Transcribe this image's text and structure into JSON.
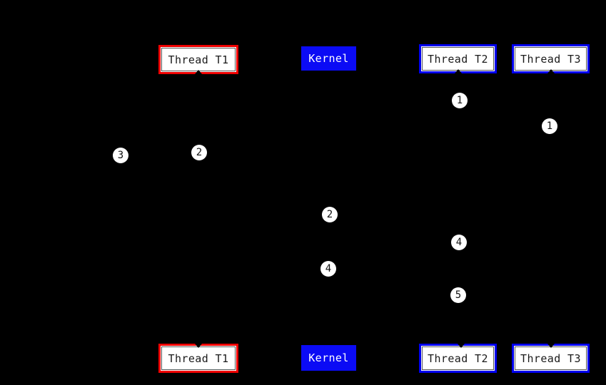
{
  "colors": {
    "background": "#000000",
    "red_border": "#ee0000",
    "blue_border": "#0000ee",
    "kernel_fill": "#0b0bf5",
    "kernel_text": "#ffffff",
    "box_fill": "#ffffff",
    "box_text": "#1a1a1a",
    "inner_line": "#555555",
    "marker_fill": "#ffffff",
    "marker_text": "#111111"
  },
  "nodes": {
    "t1_top": {
      "label": "Thread T1"
    },
    "kernel_top": {
      "label": "Kernel"
    },
    "t2_top": {
      "label": "Thread T2"
    },
    "t3_top": {
      "label": "Thread T3"
    },
    "t1_bottom": {
      "label": "Thread T1"
    },
    "kernel_bottom": {
      "label": "Kernel"
    },
    "t2_bottom": {
      "label": "Thread T2"
    },
    "t3_bottom": {
      "label": "Thread T3"
    }
  },
  "markers": {
    "m1a": {
      "label": "1"
    },
    "m1b": {
      "label": "1"
    },
    "m2a": {
      "label": "2"
    },
    "m3": {
      "label": "3"
    },
    "m2b": {
      "label": "2"
    },
    "m4a": {
      "label": "4"
    },
    "m4b": {
      "label": "4"
    },
    "m5": {
      "label": "5"
    }
  }
}
